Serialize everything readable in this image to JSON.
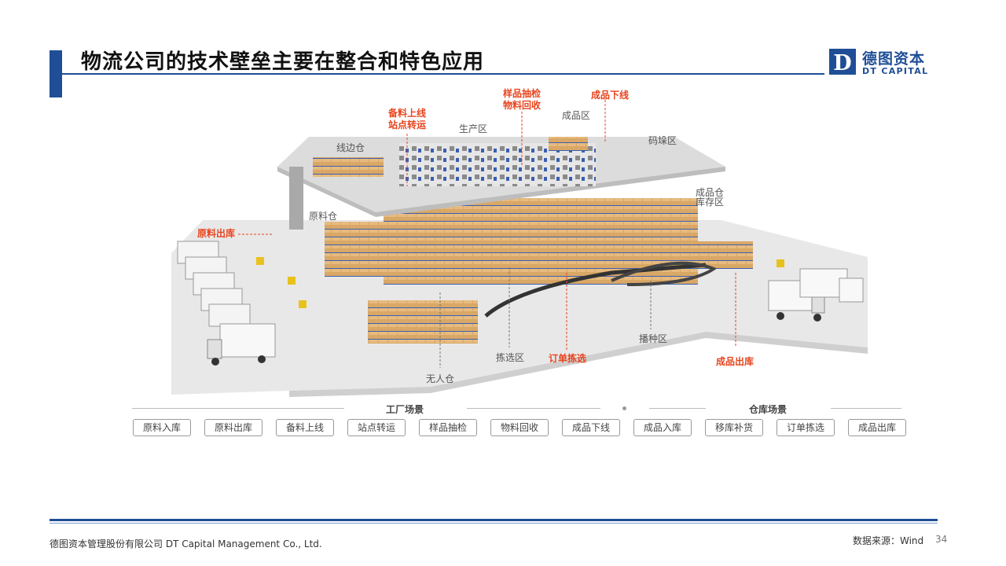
{
  "header": {
    "title": "物流公司的技术壁垒主要在整合和特色应用",
    "logo_cn": "德图资本",
    "logo_en": "DT CAPITAL",
    "logo_letter": "D",
    "accent_color": "#1f4e96"
  },
  "diagram": {
    "area_labels": {
      "xianbiancang": "线边仓",
      "shengchanqu": "生产区",
      "chengpinqu": "成品区",
      "maduoqu": "码垛区",
      "chengpincang": "成品仓",
      "kucunqu": "库存区",
      "yuanliaocang": "原料仓",
      "jianxuanqu": "拣选区",
      "bozhongqu": "播种区",
      "wurencang": "无人仓"
    },
    "callouts": {
      "beiliao_line1": "备料上线",
      "beiliao_line2": "站点转运",
      "yangpin_line1": "样品抽检",
      "yangpin_line2": "物料回收",
      "chengpinxiaxian": "成品下线",
      "yuanliaochuku": "原料出库",
      "dingdanjianxuan": "订单拣选",
      "chengpinchuku": "成品出库"
    },
    "callout_color": "#e8441d"
  },
  "scenes": {
    "factory_label": "工厂场景",
    "warehouse_label": "仓库场景",
    "steps": [
      "原料入库",
      "原料出库",
      "备料上线",
      "站点转运",
      "样品抽检",
      "物料回收",
      "成品下线",
      "成品入库",
      "移库补货",
      "订单拣选",
      "成品出库"
    ]
  },
  "footer": {
    "company": "德图资本管理股份有限公司  DT Capital  Management  Co., Ltd.",
    "source": "数据来源：Wind",
    "page": "34"
  }
}
